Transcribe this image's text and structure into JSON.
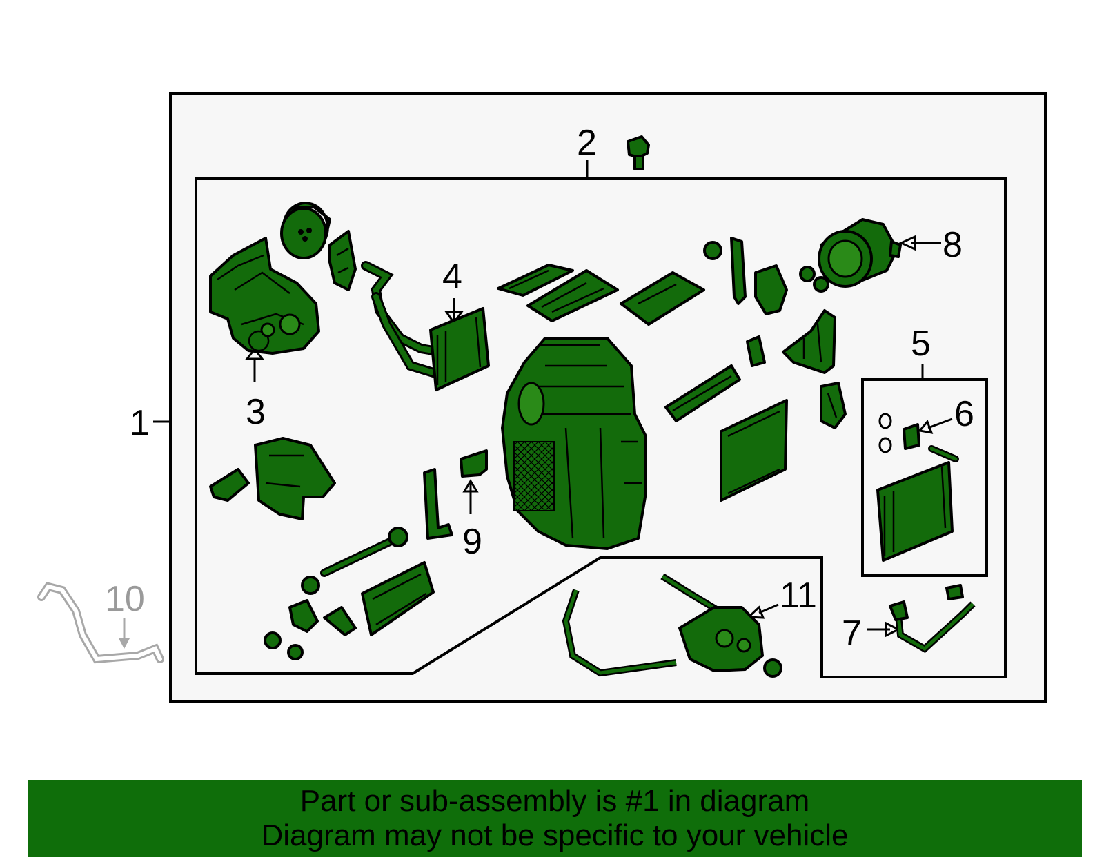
{
  "colors": {
    "part_fill": "#136b0b",
    "outline": "#000000",
    "panel_background": "#f7f7f7",
    "banner_background": "#0f6e0a",
    "ghost_part": "#a8a8a8"
  },
  "callouts": {
    "c1": "1",
    "c2": "2",
    "c3": "3",
    "c4": "4",
    "c5": "5",
    "c6": "6",
    "c7": "7",
    "c8": "8",
    "c9": "9",
    "c10": "10",
    "c11": "11"
  },
  "banner": {
    "line1": "Part or sub-assembly is #1 in diagram",
    "line2": "Diagram may not be specific to your vehicle"
  }
}
